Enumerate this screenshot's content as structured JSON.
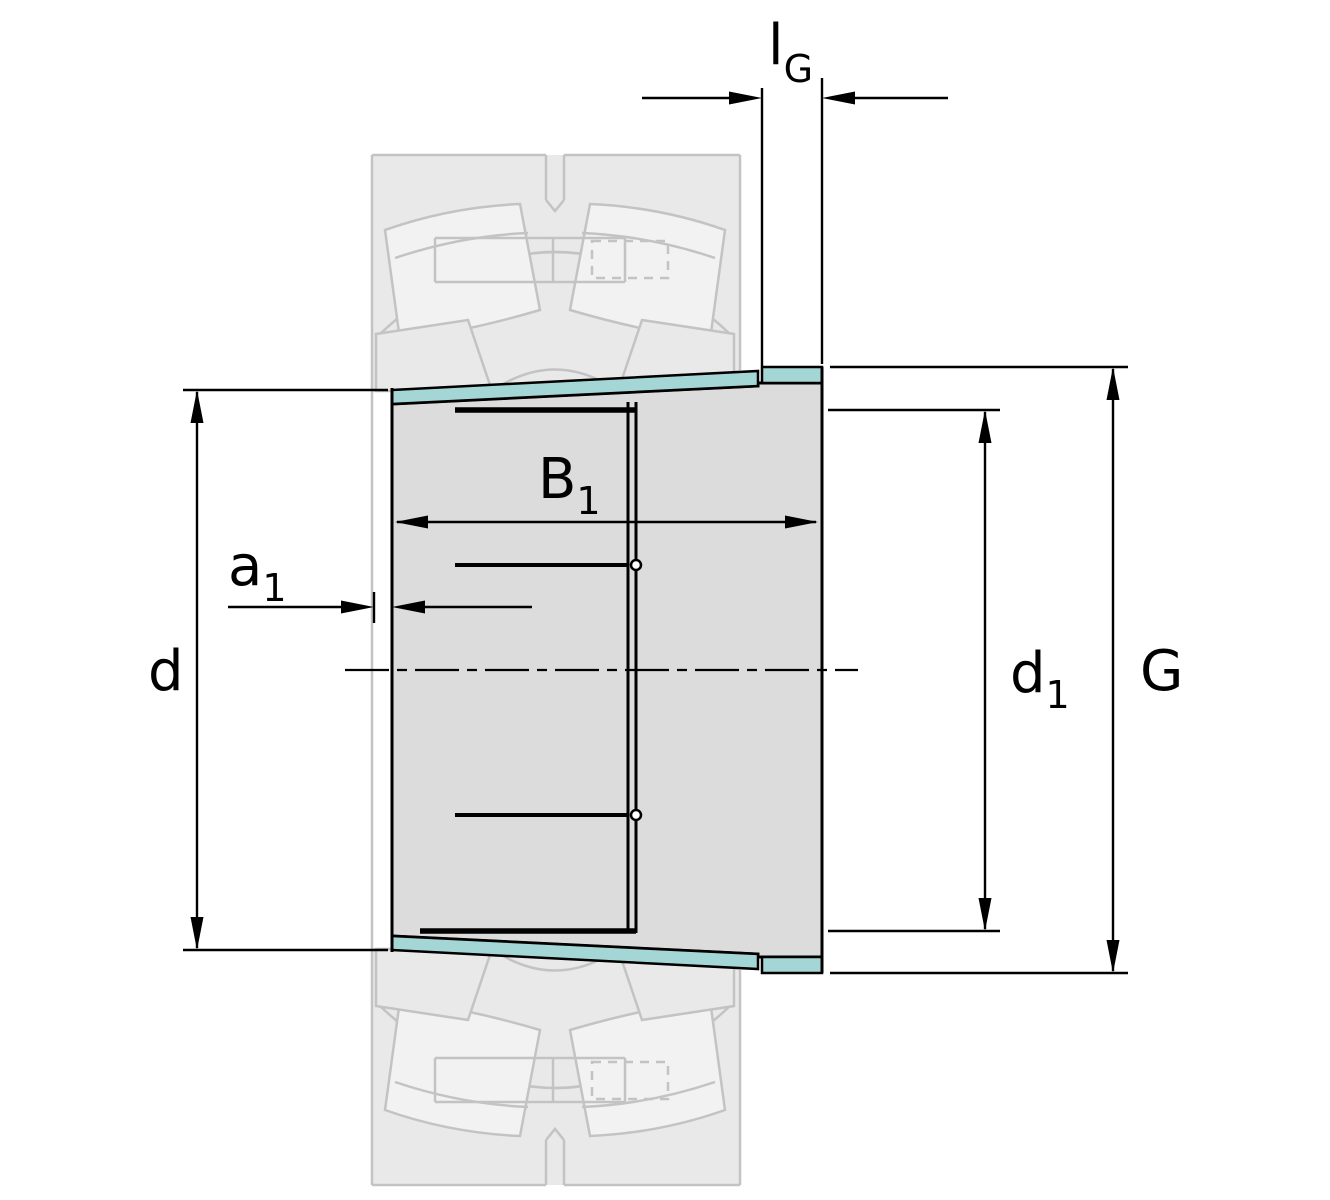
{
  "figure": {
    "type": "technical-drawing",
    "subject": "adapter-sleeve cross-section with ghosted spherical roller bearing",
    "labels": {
      "lG": {
        "base": "l",
        "sub": "G"
      },
      "B1": {
        "base": "B",
        "sub": "1"
      },
      "a1": {
        "base": "a",
        "sub": "1"
      },
      "d": {
        "base": "d",
        "sub": ""
      },
      "d1": {
        "base": "d",
        "sub": "1"
      },
      "G": {
        "base": "G",
        "sub": ""
      }
    },
    "colors": {
      "taper_surface": "#a5d6d6",
      "sleeve_body": "#dcdcdc",
      "ghost_outline": "#c3c3c3",
      "ghost_fill": "#e9e9e9",
      "roller_fill": "#f2f2f2",
      "line": "#000000",
      "background": "#ffffff"
    }
  }
}
